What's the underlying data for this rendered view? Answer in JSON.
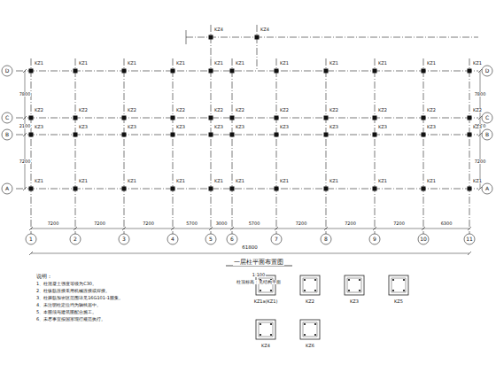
{
  "diagram": {
    "title": "一层柱平面布置图",
    "labels": [
      "1",
      "2",
      "3",
      "4",
      "5",
      "6",
      "7",
      "8",
      "9",
      "10",
      "11",
      "D",
      "C",
      "B",
      "A",
      "D",
      "C",
      "B",
      "A",
      "7200",
      "7200",
      "7200",
      "5700",
      "3000",
      "5700",
      "7200",
      "7200",
      "7200",
      "6300",
      "61800",
      "7800",
      "2100",
      "7200",
      "7800",
      "2100",
      "7200",
      "KZ1",
      "KZ1",
      "KZ1",
      "KZ1",
      "KZ1",
      "KZ1",
      "KZ1",
      "KZ1",
      "KZ1",
      "KZ1",
      "KZ1",
      "KZ2",
      "KZ2",
      "KZ2",
      "KZ2",
      "KZ2",
      "KZ2",
      "KZ2",
      "KZ2",
      "KZ2",
      "KZ2",
      "KZ2",
      "KZ3",
      "KZ3",
      "KZ3",
      "KZ3",
      "KZ3",
      "KZ3",
      "KZ3",
      "KZ3",
      "KZ3",
      "KZ3",
      "KZ3",
      "KZ1",
      "KZ1",
      "KZ1",
      "KZ1",
      "KZ1",
      "KZ1",
      "KZ1",
      "KZ1",
      "KZ1",
      "KZ1",
      "KZ1",
      "KZ4",
      "KZ4",
      "1:100",
      "柱顶标高：见结构平面",
      "说明：",
      "1、柱混凝土强度等级为C30。",
      "2、柱纵筋连接采用机械连接或焊接。",
      "3、柱箍筋加密区范围详见16G101-1图集。",
      "4、未注明柱定位均为轴线居中。",
      "5、本图须与建筑图配合施工。",
      "6、未尽事宜按国家现行规范执行。",
      "KZ1a(KZ1)",
      "KZ2",
      "KZ3",
      "KZ5",
      "KZ4",
      "KZ6"
    ]
  }
}
